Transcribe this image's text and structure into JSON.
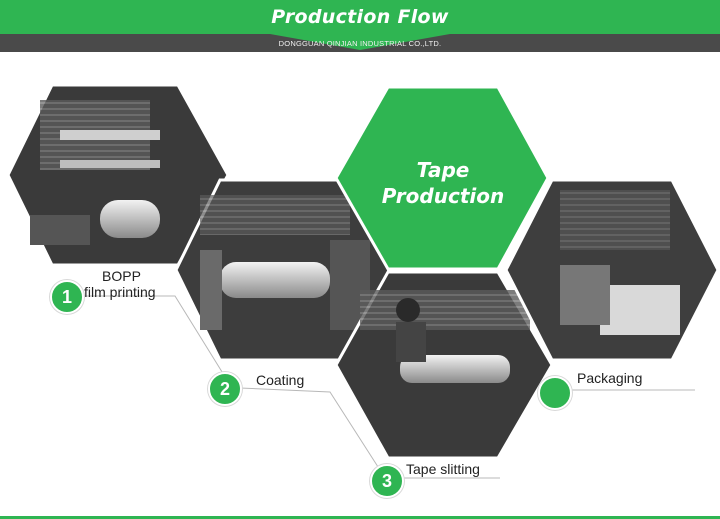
{
  "banner": {
    "title": "Production Flow",
    "subtitle": "DONGGUAN QINJIAN INDUSTRIAL CO.,LTD."
  },
  "center_hex": {
    "line1": "Tape",
    "line2": "Production"
  },
  "steps": [
    {
      "number": "1",
      "label_line1": "BOPP",
      "label_line2": "film printing",
      "photo": "printing-machine-photo"
    },
    {
      "number": "2",
      "label": "Coating",
      "photo": "coating-machine-photo"
    },
    {
      "number": "3",
      "label": "Tape slitting",
      "photo": "slitting-worker-photo"
    },
    {
      "number": "",
      "label": "Packaging",
      "photo": "packaging-line-photo"
    }
  ],
  "colors": {
    "brand_green": "#2fb552",
    "banner_dark": "#4a4a4a",
    "photo_dark": "#3a3a3a"
  }
}
